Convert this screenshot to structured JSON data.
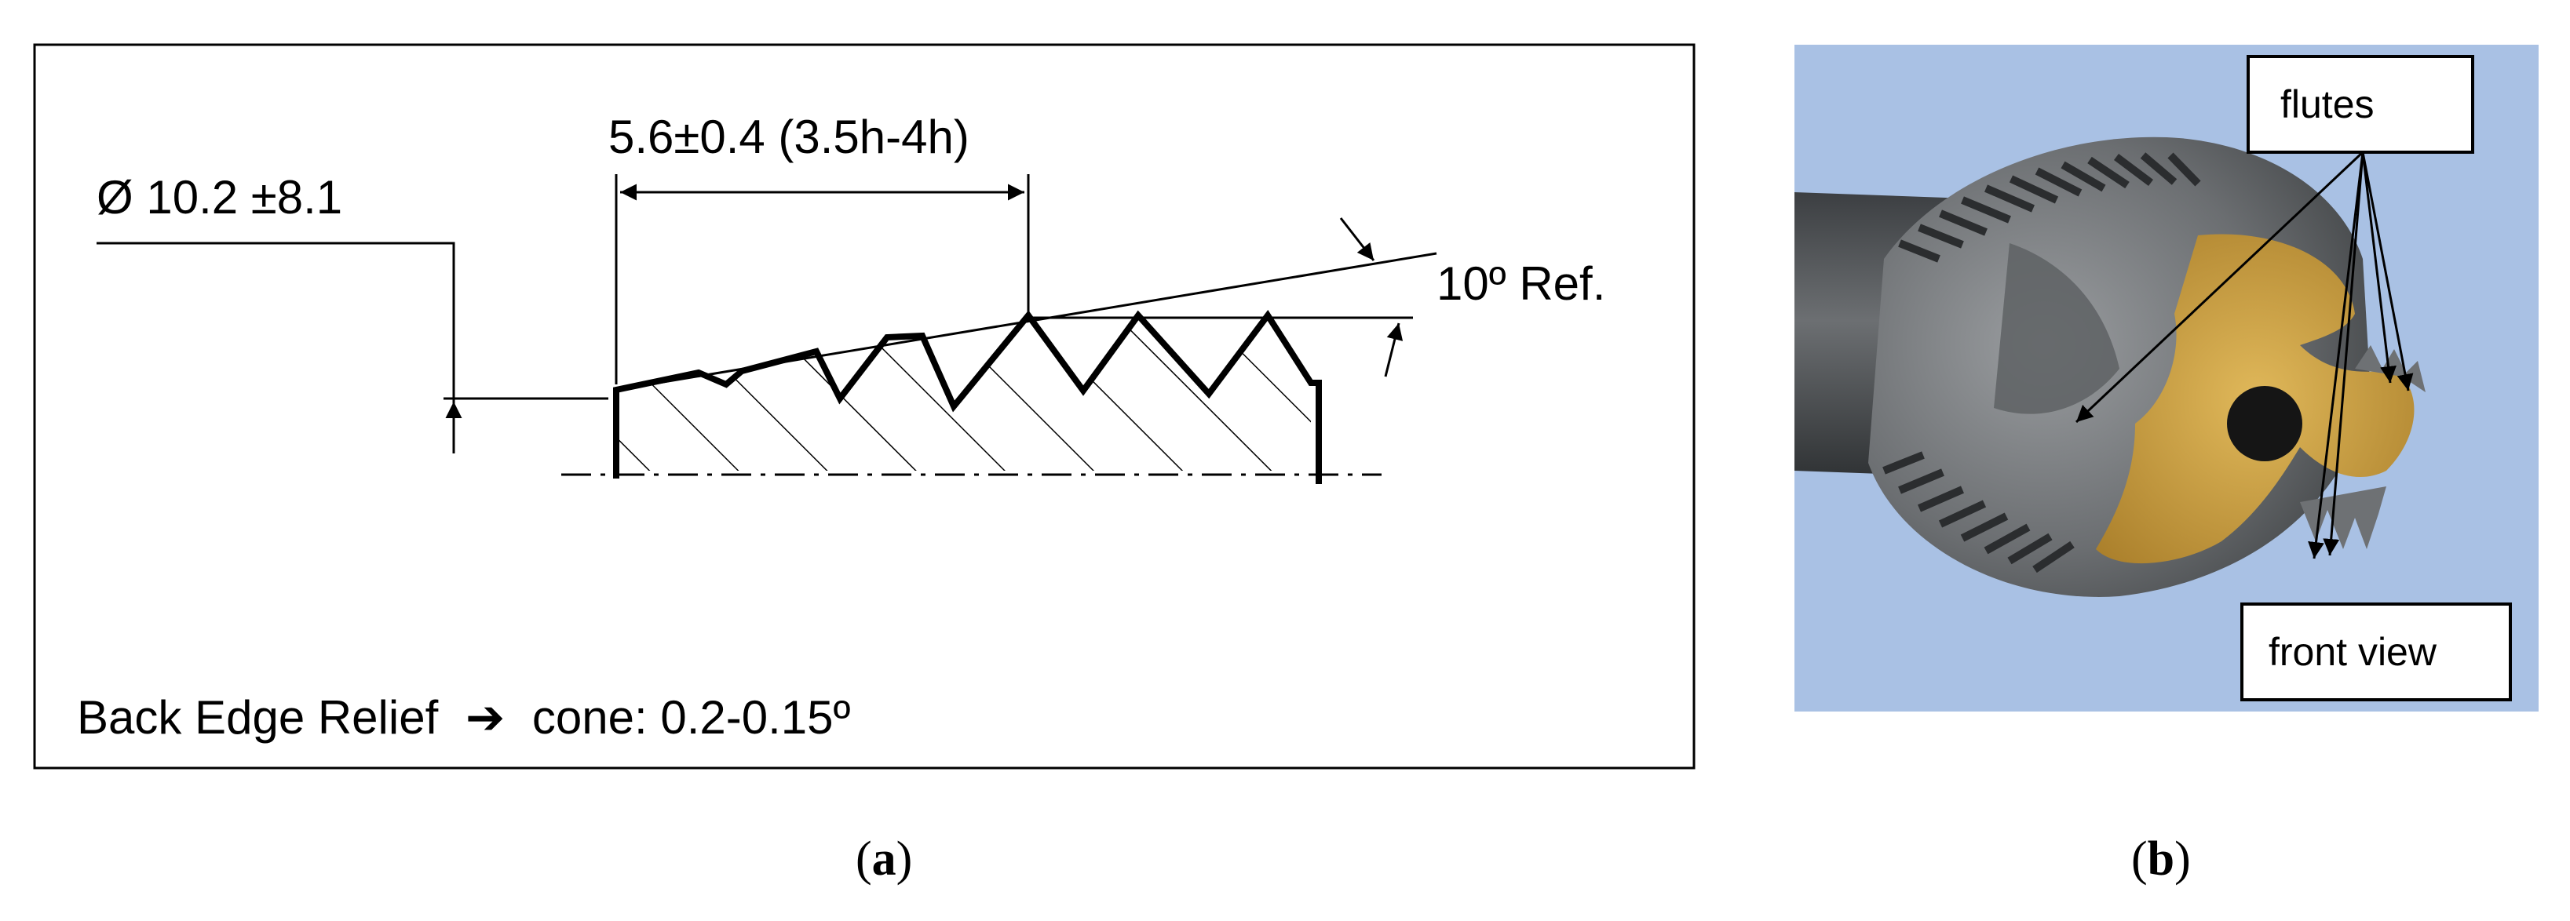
{
  "panel_a": {
    "letter": "a",
    "dim_length": "5.6±0.4 (3.5h-4h)",
    "dim_diameter": "Ø 10.2 ±8.1",
    "angle_ref": "10º Ref.",
    "relief_prefix": "Back Edge Relief",
    "relief_arrow": "➔",
    "relief_suffix": "cone: 0.2-0.15º"
  },
  "panel_b": {
    "letter": "b",
    "label_flutes": "flutes",
    "label_front_view": "front view"
  },
  "colors": {
    "photo_background": "#a9c1e4",
    "tool_steel_dark": "#4d5053",
    "tool_steel_light": "#8a8d90",
    "coating_gold": "#c69a3c",
    "line": "#000000"
  }
}
